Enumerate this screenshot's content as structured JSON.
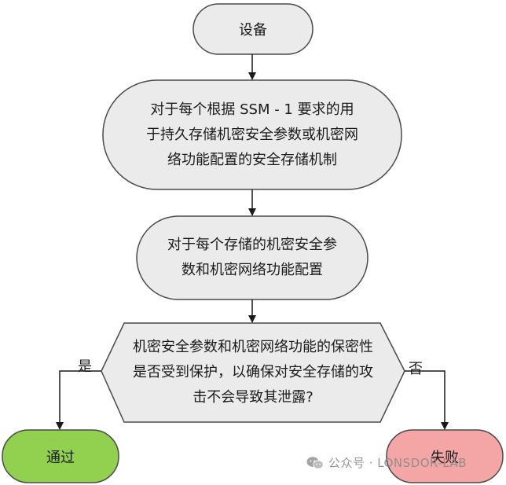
{
  "nodes": {
    "device": {
      "text": "设备"
    },
    "mechanism": {
      "text": "对于每个根据 SSM - 1 要求的用\n于持久存储机密安全参数或机密网\n络功能配置的安全存储机制"
    },
    "each_stored": {
      "text": "对于每个存储的机密安全参\n数和机密网络功能配置"
    },
    "decision": {
      "text": "机密安全参数和机密网络功能的保密性\n是否受到保护，以确保对安全存储的攻\n击不会导致其泄露?"
    },
    "pass": {
      "text": "通过"
    },
    "fail": {
      "text": "失败"
    }
  },
  "edges": {
    "yes_label": "是",
    "no_label": "否"
  },
  "watermark": {
    "text": "公众号 · LONSDOR-LAB",
    "icon": "wechat-icon"
  },
  "colors": {
    "node_fill": "#ebebeb",
    "node_stroke": "#4a4a4a",
    "pass_fill": "#92d050",
    "fail_fill": "#f4a6a6",
    "arrow": "#1a1a1a"
  }
}
